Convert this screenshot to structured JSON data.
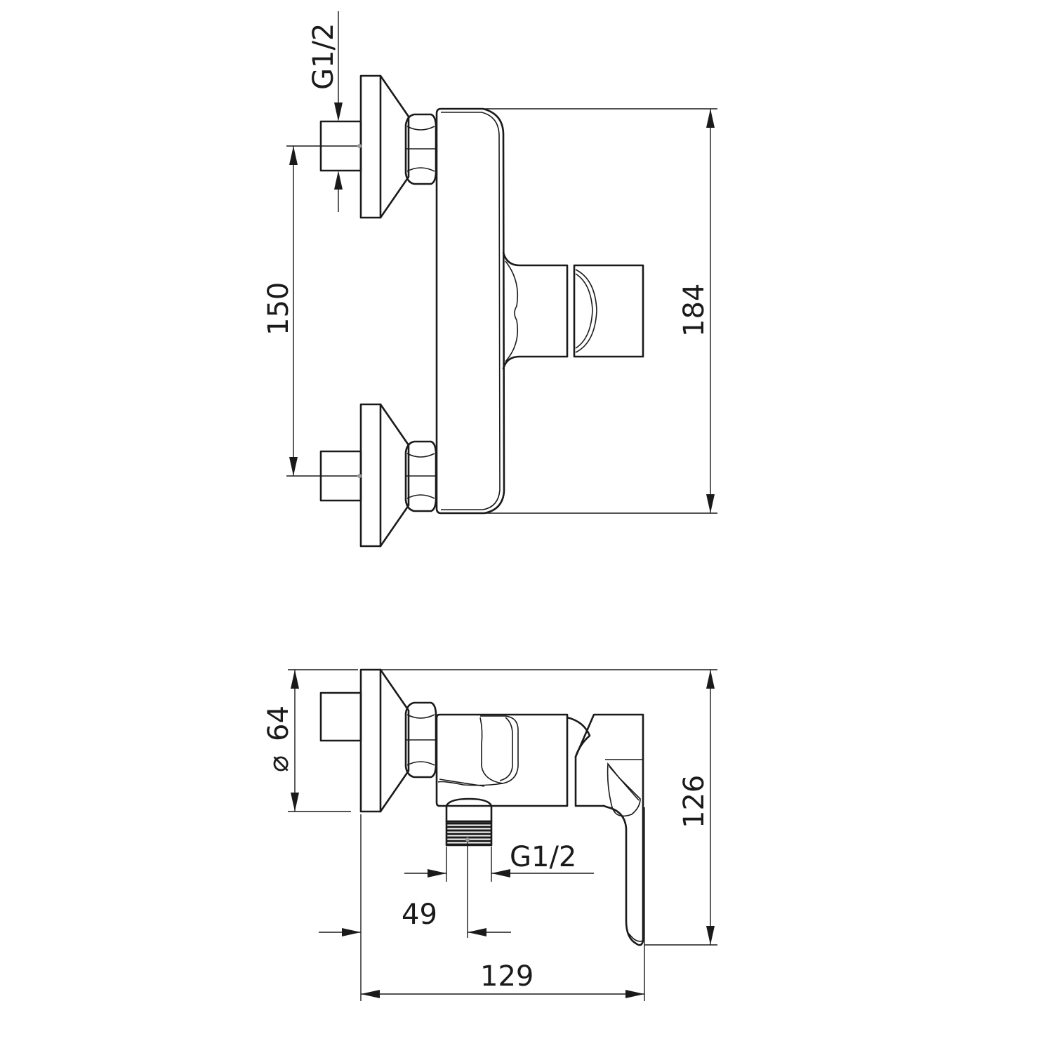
{
  "top_view": {
    "dim_thread": "G1/2",
    "dim_centers": "150",
    "dim_height": "184"
  },
  "side_view": {
    "dim_flange": "64",
    "dim_flange_symbol": "⌀",
    "dim_outlet_thread": "G1/2",
    "dim_outlet_offset": "49",
    "dim_depth": "129",
    "dim_height": "126"
  }
}
